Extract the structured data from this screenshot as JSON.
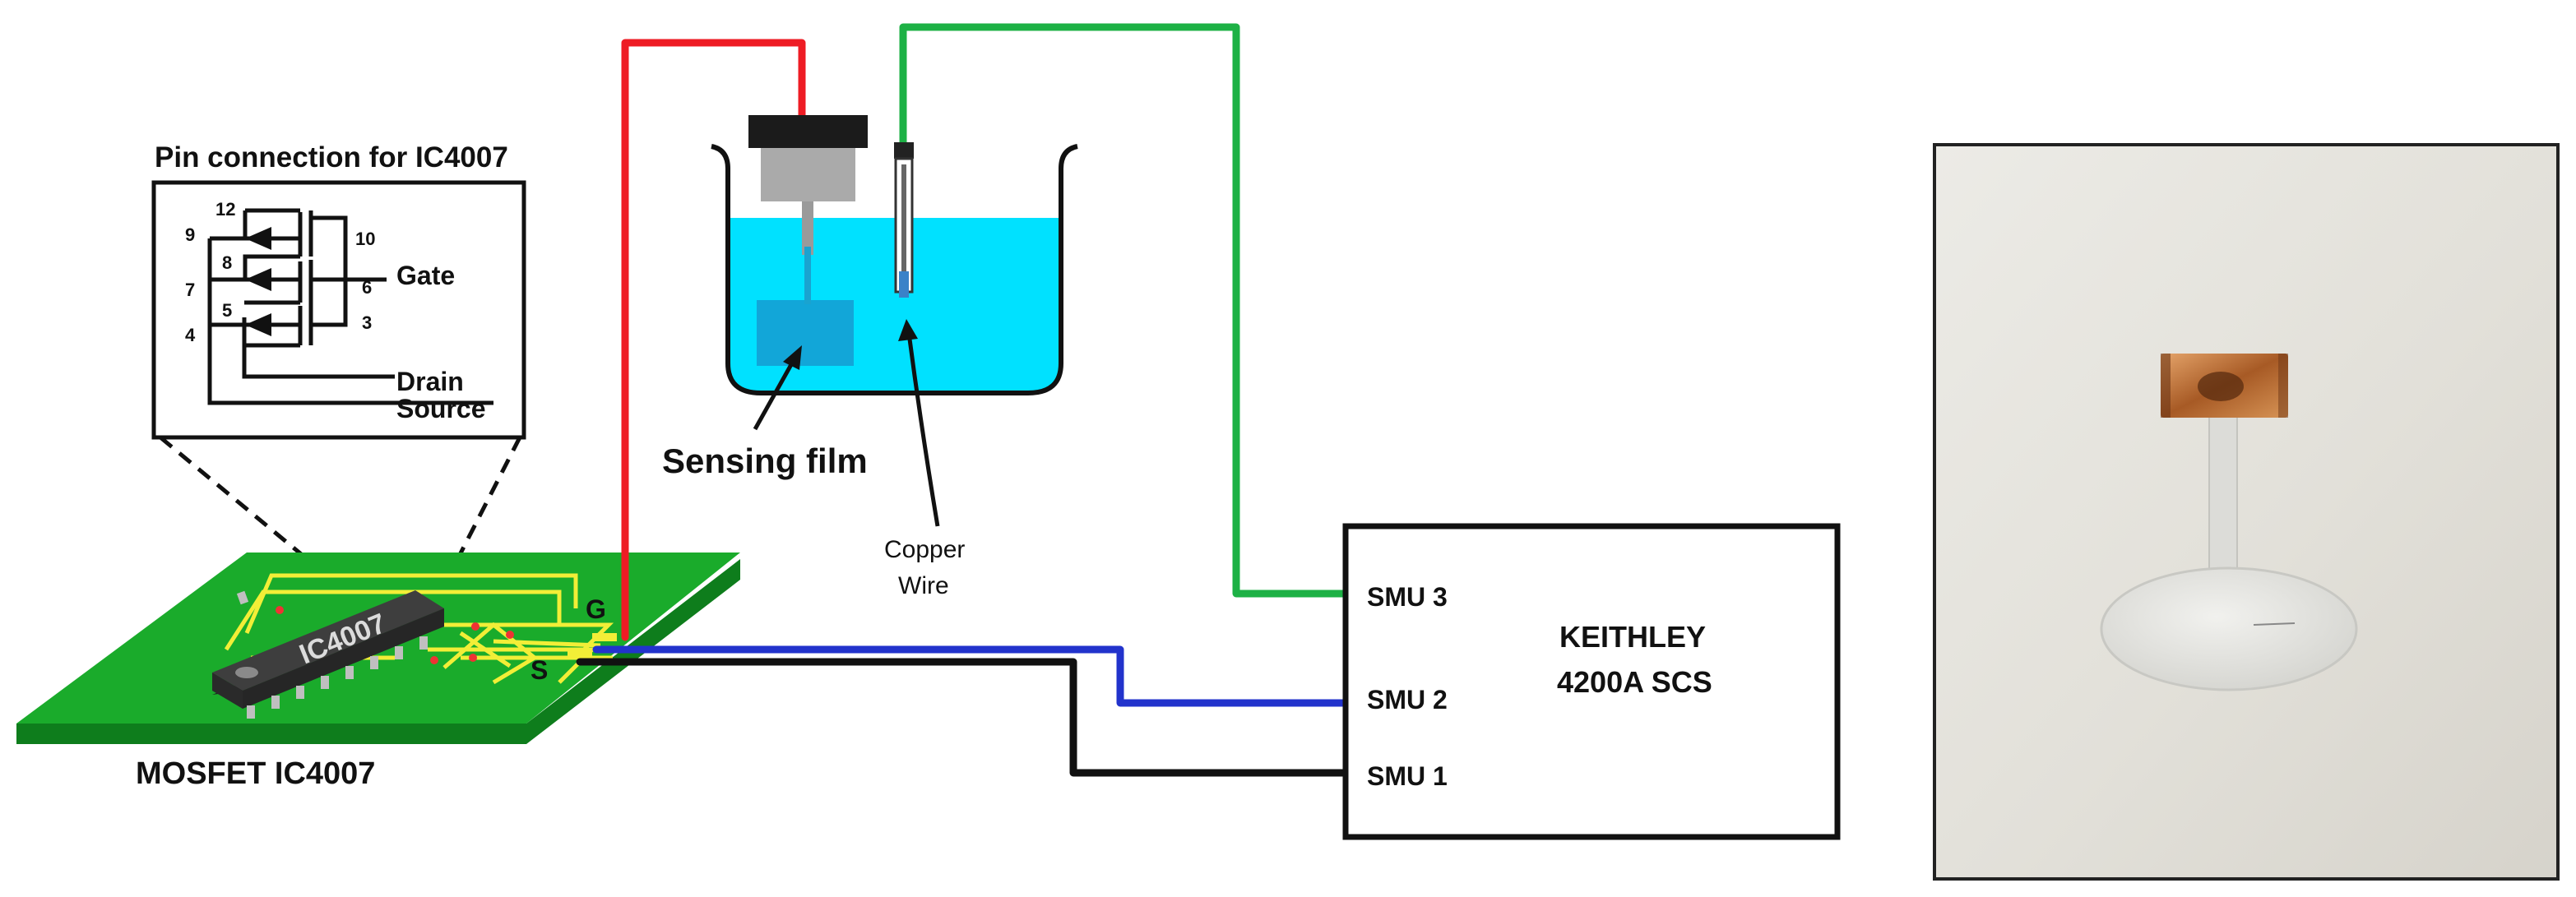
{
  "pin_diagram": {
    "title": "Pin connection for IC4007",
    "pins": [
      "12",
      "9",
      "8",
      "7",
      "5",
      "4",
      "10",
      "6",
      "3"
    ],
    "gate_label": "Gate",
    "drain_label": "Drain",
    "source_label": "Source"
  },
  "board": {
    "chip_label": "IC4007",
    "g_label": "G",
    "s_label": "S",
    "caption": "MOSFET IC4007"
  },
  "beaker": {
    "sensing_film_label": "Sensing film",
    "copper_wire_label_line1": "Copper",
    "copper_wire_label_line2": "Wire"
  },
  "instrument": {
    "smu3_label": "SMU 3",
    "smu2_label": "SMU 2",
    "smu1_label": "SMU 1",
    "name_line1": "KEITHLEY",
    "name_line2": "4200A SCS"
  },
  "colors": {
    "gate_wire": "#ee1c24",
    "reference_wire": "#1db145",
    "drain_wire": "#2233cc",
    "source_wire": "#111111",
    "pcb": "#1aab2b",
    "solution": "#00e1ff",
    "copper": "#b7652e"
  },
  "photo": {
    "description_icon": "sensing-film-photo"
  }
}
